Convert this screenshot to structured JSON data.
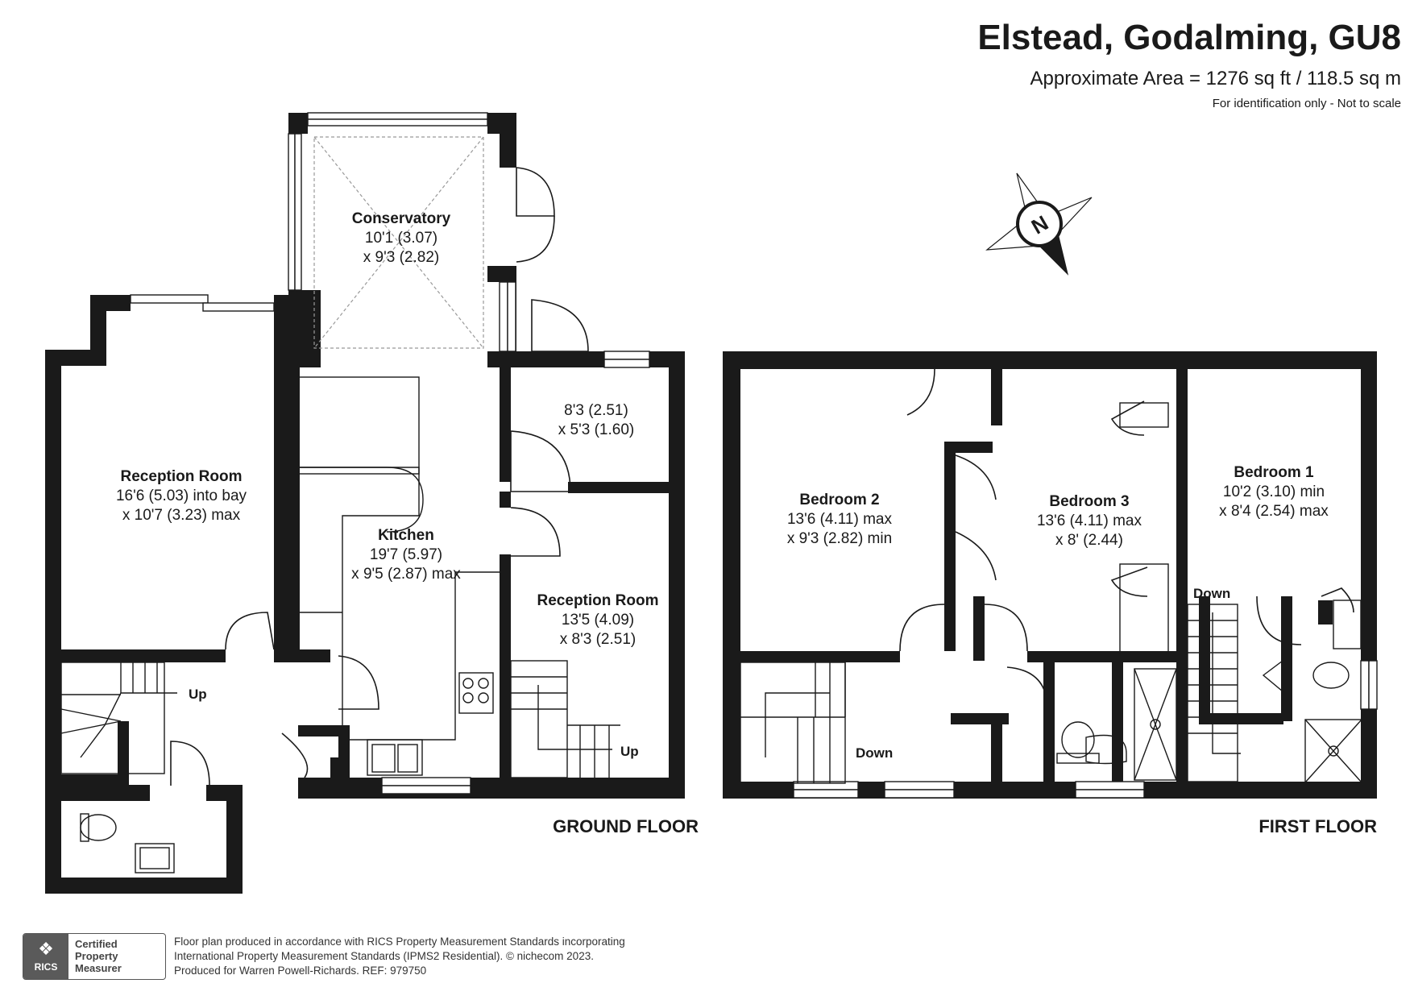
{
  "header": {
    "title": "Elstead, Godalming, GU8",
    "area": "Approximate Area = 1276 sq ft / 118.5 sq m",
    "note": "For identification only - Not to scale"
  },
  "compass": {
    "letter": "N"
  },
  "ground_floor": {
    "label": "GROUND FLOOR",
    "conservatory": {
      "name": "Conservatory",
      "dim1": "10'1 (3.07)",
      "dim2": "x 9'3 (2.82)"
    },
    "reception_1": {
      "name": "Reception Room",
      "dim1": "16'6 (5.03) into bay",
      "dim2": "x 10'7 (3.23) max"
    },
    "utility": {
      "dim1": "8'3 (2.51)",
      "dim2": "x 5'3 (1.60)"
    },
    "kitchen": {
      "name": "Kitchen",
      "dim1": "19'7 (5.97)",
      "dim2": "x 9'5 (2.87) max"
    },
    "reception_2": {
      "name": "Reception Room",
      "dim1": "13'5 (4.09)",
      "dim2": "x 8'3 (2.51)"
    },
    "up_label_1": "Up",
    "up_label_2": "Up"
  },
  "first_floor": {
    "label": "FIRST FLOOR",
    "bedroom_2": {
      "name": "Bedroom 2",
      "dim1": "13'6 (4.11) max",
      "dim2": "x 9'3 (2.82) min"
    },
    "bedroom_3": {
      "name": "Bedroom 3",
      "dim1": "13'6 (4.11) max",
      "dim2": "x 8' (2.44)"
    },
    "bedroom_1": {
      "name": "Bedroom 1",
      "dim1": "10'2 (3.10) min",
      "dim2": "x 8'4 (2.54) max"
    },
    "down_label_1": "Down",
    "down_label_2": "Down"
  },
  "footer": {
    "line1": "Floor plan produced in accordance with RICS Property Measurement Standards incorporating",
    "line2": "International Property Measurement Standards (IPMS2 Residential).   © nіchecom 2023.",
    "line3": "Produced for Warren Powell-Richards.   REF:  979750"
  },
  "badge": {
    "logo_word": "RICS",
    "line1": "Certified",
    "line2": "Property",
    "line3": "Measurer"
  }
}
